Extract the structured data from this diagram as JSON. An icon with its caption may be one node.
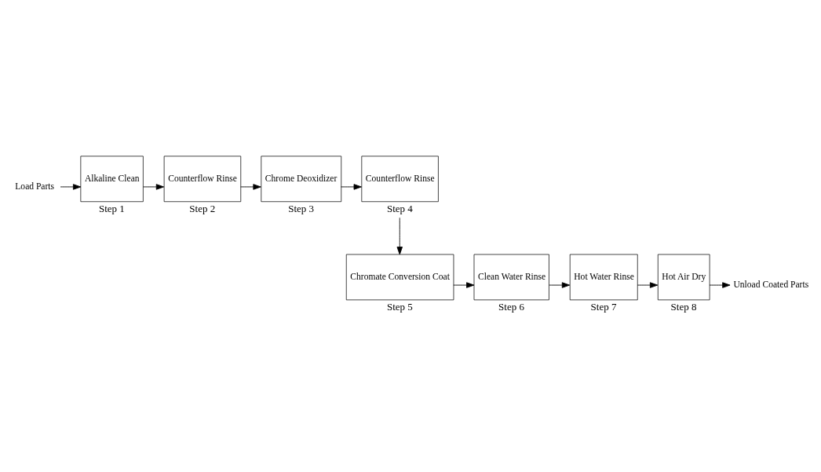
{
  "diagram": {
    "nodes": [
      {
        "text": [
          "Load Parts"
        ]
      },
      {
        "text": [
          "Alkaline Clean"
        ],
        "beside": [
          "Step 1"
        ]
      },
      {
        "text": [
          "Counterflow Rinse"
        ],
        "beside": [
          "Step 2"
        ]
      },
      {
        "text": [
          "Chrome Deoxidizer"
        ],
        "beside": [
          "Step 3"
        ]
      },
      {
        "text": [
          "Counterflow Rinse"
        ],
        "beside": [
          "Step 4"
        ]
      },
      {
        "text": [
          "Chromate Conversion Coat"
        ],
        "beside": [
          "Step 5"
        ]
      },
      {
        "text": [
          "Clean Water Rinse"
        ],
        "beside": [
          "Step 6"
        ]
      },
      {
        "text": [
          "Hot Water Rinse"
        ],
        "beside": [
          "Step 7"
        ]
      },
      {
        "text": [
          "Hot Air Dry"
        ],
        "beside": [
          "Step 8"
        ]
      },
      {
        "text": [
          "Unload Coated Parts"
        ]
      }
    ],
    "edges": [
      {
        "from": 0,
        "to": 1,
        "arrow": "to"
      },
      {
        "from": 1,
        "to": 2,
        "arrow": "to"
      },
      {
        "from": 2,
        "to": 3,
        "arrow": "to"
      },
      {
        "from": 3,
        "to": 4,
        "arrow": "to"
      },
      {
        "from": 4,
        "to": 5,
        "arrow": "to"
      },
      {
        "from": 5,
        "to": 6,
        "arrow": "to"
      },
      {
        "from": 6,
        "to": 7,
        "arrow": "to"
      },
      {
        "from": 7,
        "to": 8,
        "arrow": "to"
      },
      {
        "from": 8,
        "to": 9,
        "arrow": "to"
      }
    ]
  }
}
